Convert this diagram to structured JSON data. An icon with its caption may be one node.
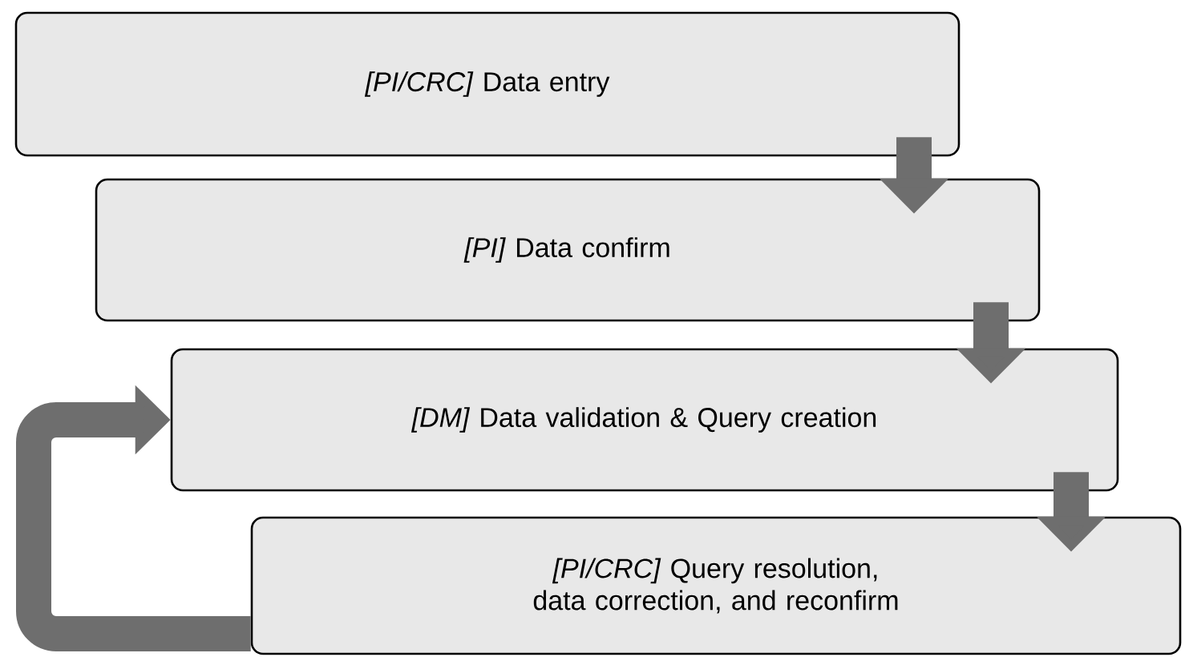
{
  "diagram": {
    "nodes": [
      {
        "text": [
          "*[PI/CRC]* Data entry"
        ]
      },
      {
        "text": [
          "*[PI]* Data confirm"
        ]
      },
      {
        "text": [
          "*[DM]* Data validation & Query creation"
        ]
      },
      {
        "text": [
          "*[PI/CRC]* Query resolution, data correction, and reconfirm"
        ]
      }
    ],
    "edges": [
      {
        "from": 0,
        "to": 1,
        "arrow": "to"
      },
      {
        "from": 1,
        "to": 2,
        "arrow": "to"
      },
      {
        "from": 2,
        "to": 3,
        "arrow": "to"
      },
      {
        "from": 3,
        "to": 2,
        "arrow": "to"
      }
    ]
  }
}
